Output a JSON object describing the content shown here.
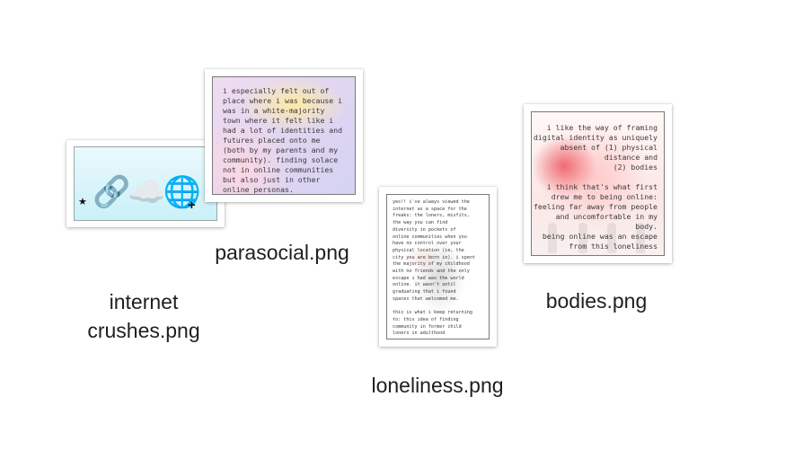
{
  "files": [
    {
      "id": "internet-crushes",
      "label_line1": "internet",
      "label_line2": "crushes.png",
      "emoji": "🔗☁️🌐",
      "deco_star": "★",
      "deco_plus": "+"
    },
    {
      "id": "parasocial",
      "label": "parasocial.png",
      "text": "i especially felt out of\nplace where i was because i\nwas in a white-majority\ntown where it felt like i\nhad a lot of identities and\nfutures placed onto me\n(both by my parents and my\ncommunity). finding solace\nnot in online communities\nbut also just in other\nonline personas."
    },
    {
      "id": "loneliness",
      "label": "loneliness.png",
      "text": "yes!! i've always viewed the\ninternet as a space for the\nfreaks: the loners, misfits,\nthe way you can find\ndiversity in pockets of\nonline communities when you\nhave no control over your\nphysical location (ie, the\ncity you are born in). i spent\nthe majority of my childhood\nwith no friends and the only\nescape i had was the world\nonline. it wasn't until\ngraduating that i found\nspaces that welcomed me.\n\nthis is what i keep returning\nto: this idea of finding\ncommunity in former child\nloners in adulthood"
    },
    {
      "id": "bodies",
      "label": "bodies.png",
      "text": "i like the way of framing\ndigital identity as uniquely\nabsent of (1) physical\ndistance and\n(2) bodies\n\ni think that's what first\ndrew me to being online:\nfeeling far away from people\nand uncomfortable in my body.\nbeing online was an escape\nfrom this loneliness"
    }
  ]
}
